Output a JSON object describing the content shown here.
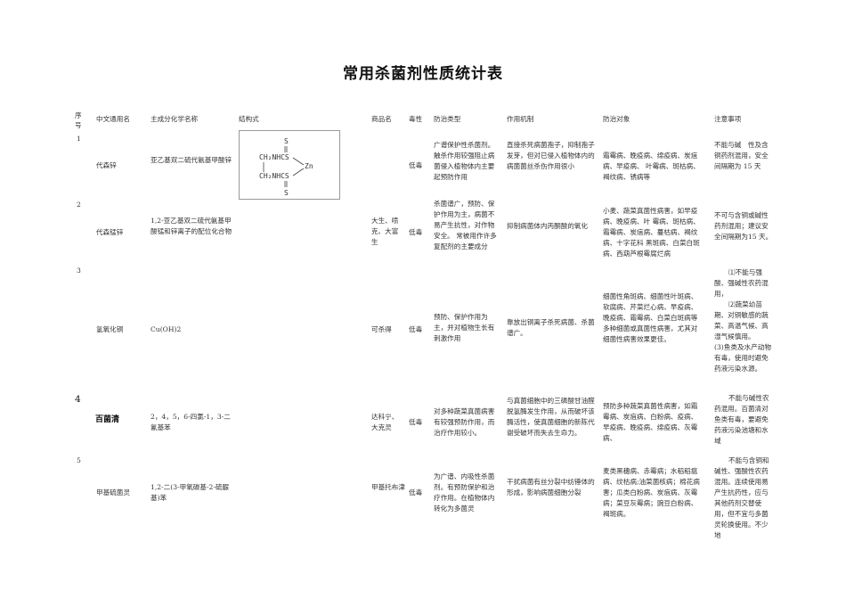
{
  "title": "常用杀菌剂性质统计表",
  "headers": {
    "seq": "序号",
    "cname": "中文通用名",
    "chem": "主成分化学名称",
    "struct": "结构式",
    "trade": "商品名",
    "tox": "毒性",
    "type": "防治类型",
    "mech": "作用机制",
    "target": "防治对象",
    "notes": "注意事项"
  },
  "rows": [
    {
      "seq": "1",
      "cname": "代森锌",
      "chem": "亚乙基双二硫代氨基甲酸锌",
      "trade": "",
      "tox": "低毒",
      "type": "广谱保护性杀菌剂。触杀作用较强阻止病菌侵入植物体内主要起预防作用",
      "mech": "直接杀死病菌孢子，抑制孢子发芽，但对已侵入植物体内的病菌菌丝杀伤作用很小",
      "target": "霜霉病、晚疫病、绵疫病、炭疽病、早疫病、 叶霉病、斑枯病、褐纹病、锈病等",
      "notes": "不能与碱　性及含铜药剂混用，安全间隔期为 15 天",
      "structure": {
        "s_top": "S",
        "l1": "CH₂NHCS",
        "l2": "CH₂NHCS",
        "zn": "Zn",
        "s_bot": "S"
      }
    },
    {
      "seq": "2",
      "cname": "代森锰锌",
      "chem": "1,2-亚乙基双二硫代氨基甲酸锰和锌离子的配位化合物",
      "trade": "大生、喷克、大富生",
      "tox": "低毒",
      "type": "杀菌谱广，预防、保护作用为主，病菌不易产生抗性，对作物安全。 常被用作许多复配剂的主要成分",
      "mech": "抑制病菌体内丙酮酸的氧化",
      "target": "小麦、蔬菜真菌性病害，如早疫病、晚疫病、叶 霉病、斑枯病、霜霉病、炭疽病、蔓枯病、褐纹病、十字花科 黑斑病、白菜白斑病、西葫芦根霉腐烂病",
      "notes": "不可与含铜或碱性药剂混用；建议安全间隔期为15 天。"
    },
    {
      "seq": "3",
      "cname": "氢氧化铜",
      "chem": "Cu(OH)2",
      "trade": "可杀得",
      "tox": "低毒",
      "type": "预防、保护作用为主，并对植物生长有刺激作用",
      "mech": "靠放出铜离子杀死病菌、杀菌谱广。",
      "target": "细菌性角斑病、细菌性叶斑病、软腐病、芹菜烂心病、早疫病、晚疫病、霜霉病、白菜白斑病等多种细菌或真菌性病害，尤其对细菌性病害效果更佳。",
      "notes_lines": [
        "⑴不能与强酸、强碱性农药混用，",
        "⑵蔬菜幼苗期、对铜敏感的蔬菜、高温气候、高湿气候慎用。",
        "(3)鱼类及水产动物有毒，使用时避免药液污染水源。"
      ]
    },
    {
      "seq": "4",
      "cname": "百菌清",
      "chem": "2，4，5，6-四氯-1，3-二氰基苯",
      "trade": "达科宁、大克灵",
      "tox": "低毒",
      "type": "对多种蔬菜真菌病害有较强预防作用，而治疗作用较小。",
      "mech": "与真菌细胞中的三磷酸甘油醛脱氢酶发生作用，从而破坏该酶活性，使真菌细胞的新陈代谢受破坏而失去生命力。",
      "target": "预防多种蔬菜真菌性病害，如霜霉病、炭疽病、白粉病、疫病、早疫病、晚疫病、绵疫病、灰霉病、",
      "notes": "不能与碱性农药混用。百菌清对鱼类有毒，要避免药液污染池塘和水域"
    },
    {
      "seq": "5",
      "cname": "甲基硫菌灵",
      "chem": "1,2-二(3-甲氧碳基-2-硫脲基)苯",
      "trade": "甲基托布津",
      "tox": "低毒",
      "type": "为广谱、内吸性杀菌剂。有预防保护和治疗作用。在植物体内转化为多菌灵",
      "mech": "干扰病菌有丝分裂中纺锤体的形成，影响病菌细胞分裂",
      "target": "麦类黑穗病、赤霉病；水稻稻瘟病、纹枯病;油菜菌核病；棉花病害；瓜类白粉病、炭疽病、灰霉病；菜豆灰霉病；豌豆白粉病、褐斑病。",
      "notes": "不能与含铜和碱性、强酸性农药混用。连续使用易产生抗药性，应与其他药剂交替使用，但不宜与多菌灵轮换使用。不少地"
    }
  ]
}
